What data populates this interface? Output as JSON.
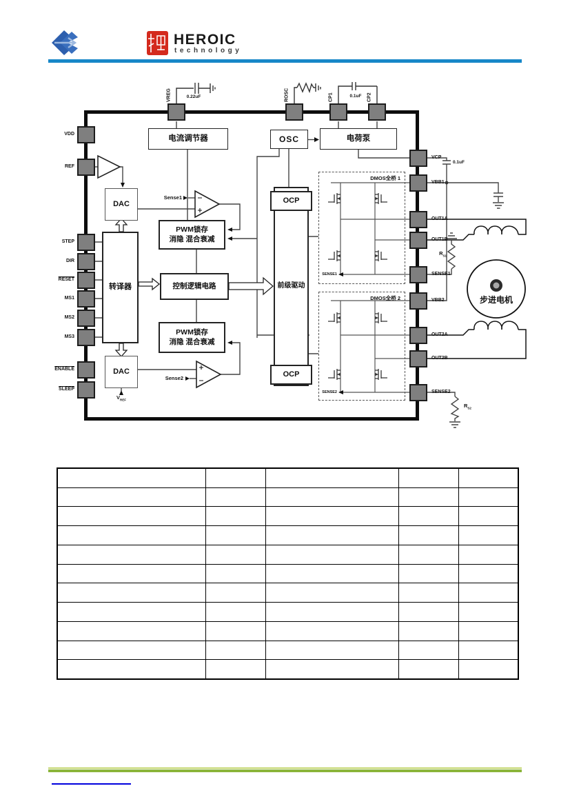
{
  "header": {
    "brand": "HEROIC",
    "brand_sub": "technology"
  },
  "diagram": {
    "pins": {
      "top": [
        {
          "label": "VREG"
        },
        {
          "label": "ROSC"
        },
        {
          "label": "CP1"
        },
        {
          "label": "CP2"
        }
      ],
      "left": [
        {
          "label": "VDD",
          "overline": false
        },
        {
          "label": "REF",
          "overline": false
        },
        {
          "label": "STEP",
          "overline": false
        },
        {
          "label": "DIR",
          "overline": false
        },
        {
          "label": "RESET",
          "overline": true
        },
        {
          "label": "MS1",
          "overline": false
        },
        {
          "label": "MS2",
          "overline": false
        },
        {
          "label": "MS3",
          "overline": false
        },
        {
          "label": "ENABLE",
          "overline": true
        },
        {
          "label": "SLEEP",
          "overline": true
        }
      ],
      "right": [
        {
          "label": "VCP"
        },
        {
          "label": "VBB1"
        },
        {
          "label": "OUT1A"
        },
        {
          "label": "OUT1B"
        },
        {
          "label": "SENSE1"
        },
        {
          "label": "VBB2"
        },
        {
          "label": "OUT2A"
        },
        {
          "label": "OUT2B"
        },
        {
          "label": "SENSE2"
        }
      ]
    },
    "blocks": {
      "current_regulator": "电流调节器",
      "osc": "OSC",
      "charge_pump": "电荷泵",
      "dac1": "DAC",
      "dac2": "DAC",
      "pwm_line1": "PWM锁存",
      "pwm_line2": "消隐 混合衰减",
      "translator": "转译器",
      "control_logic": "控制逻辑电路",
      "predriver": "前级驱动",
      "ocp1": "OCP",
      "ocp2": "OCP",
      "bridge1": "DMOS全桥 1",
      "bridge2": "DMOS全桥 2"
    },
    "labels": {
      "cap_vreg": "0.22uF",
      "cap_cp": "0.1uF",
      "cap_vcp": "0.1uF",
      "sense1": "Sense1",
      "sense2": "Sense2",
      "vref": {
        "base": "V",
        "sub": "REF"
      },
      "rs1": {
        "base": "R",
        "sub": "S1"
      },
      "rs2": {
        "base": "R",
        "sub": "S2"
      },
      "bridge1_sense": "SENSE1",
      "bridge2_sense": "SENSE2",
      "motor": "步进电机"
    }
  },
  "table": {
    "row_count": 11,
    "col_count": 5
  }
}
